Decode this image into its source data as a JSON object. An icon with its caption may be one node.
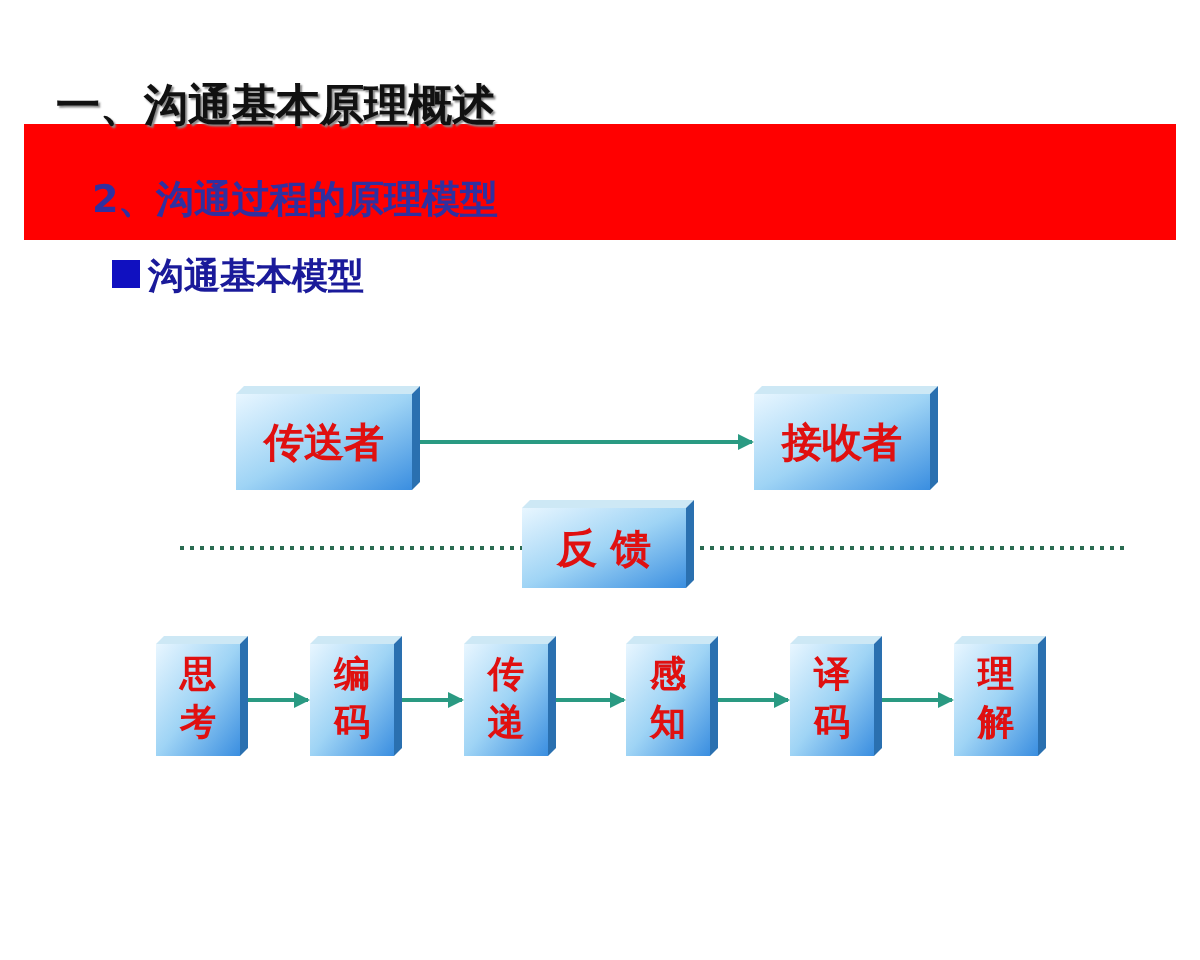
{
  "diagram": {
    "title": "一、沟通基本原理概述",
    "nodes": [
      {
        "text": [
          "传送者"
        ]
      },
      {
        "text": [
          "接收者"
        ]
      },
      {
        "text": [
          "反 馈"
        ]
      },
      {
        "text": [
          "思考"
        ]
      },
      {
        "text": [
          "编码"
        ]
      },
      {
        "text": [
          "传递"
        ]
      },
      {
        "text": [
          "感知"
        ]
      },
      {
        "text": [
          "译码"
        ]
      },
      {
        "text": [
          "理解"
        ]
      }
    ],
    "edges": [
      {
        "from": 0,
        "to": 1,
        "arrow": "to"
      },
      {
        "from": 3,
        "to": 4,
        "arrow": "to"
      },
      {
        "from": 4,
        "to": 5,
        "arrow": "to"
      },
      {
        "from": 5,
        "to": 6,
        "arrow": "to"
      },
      {
        "from": 6,
        "to": 7,
        "arrow": "to"
      },
      {
        "from": 7,
        "to": 8,
        "arrow": "to"
      }
    ],
    "labels": [
      "2、沟通过程的原理模型",
      "沟通基本模型"
    ]
  }
}
